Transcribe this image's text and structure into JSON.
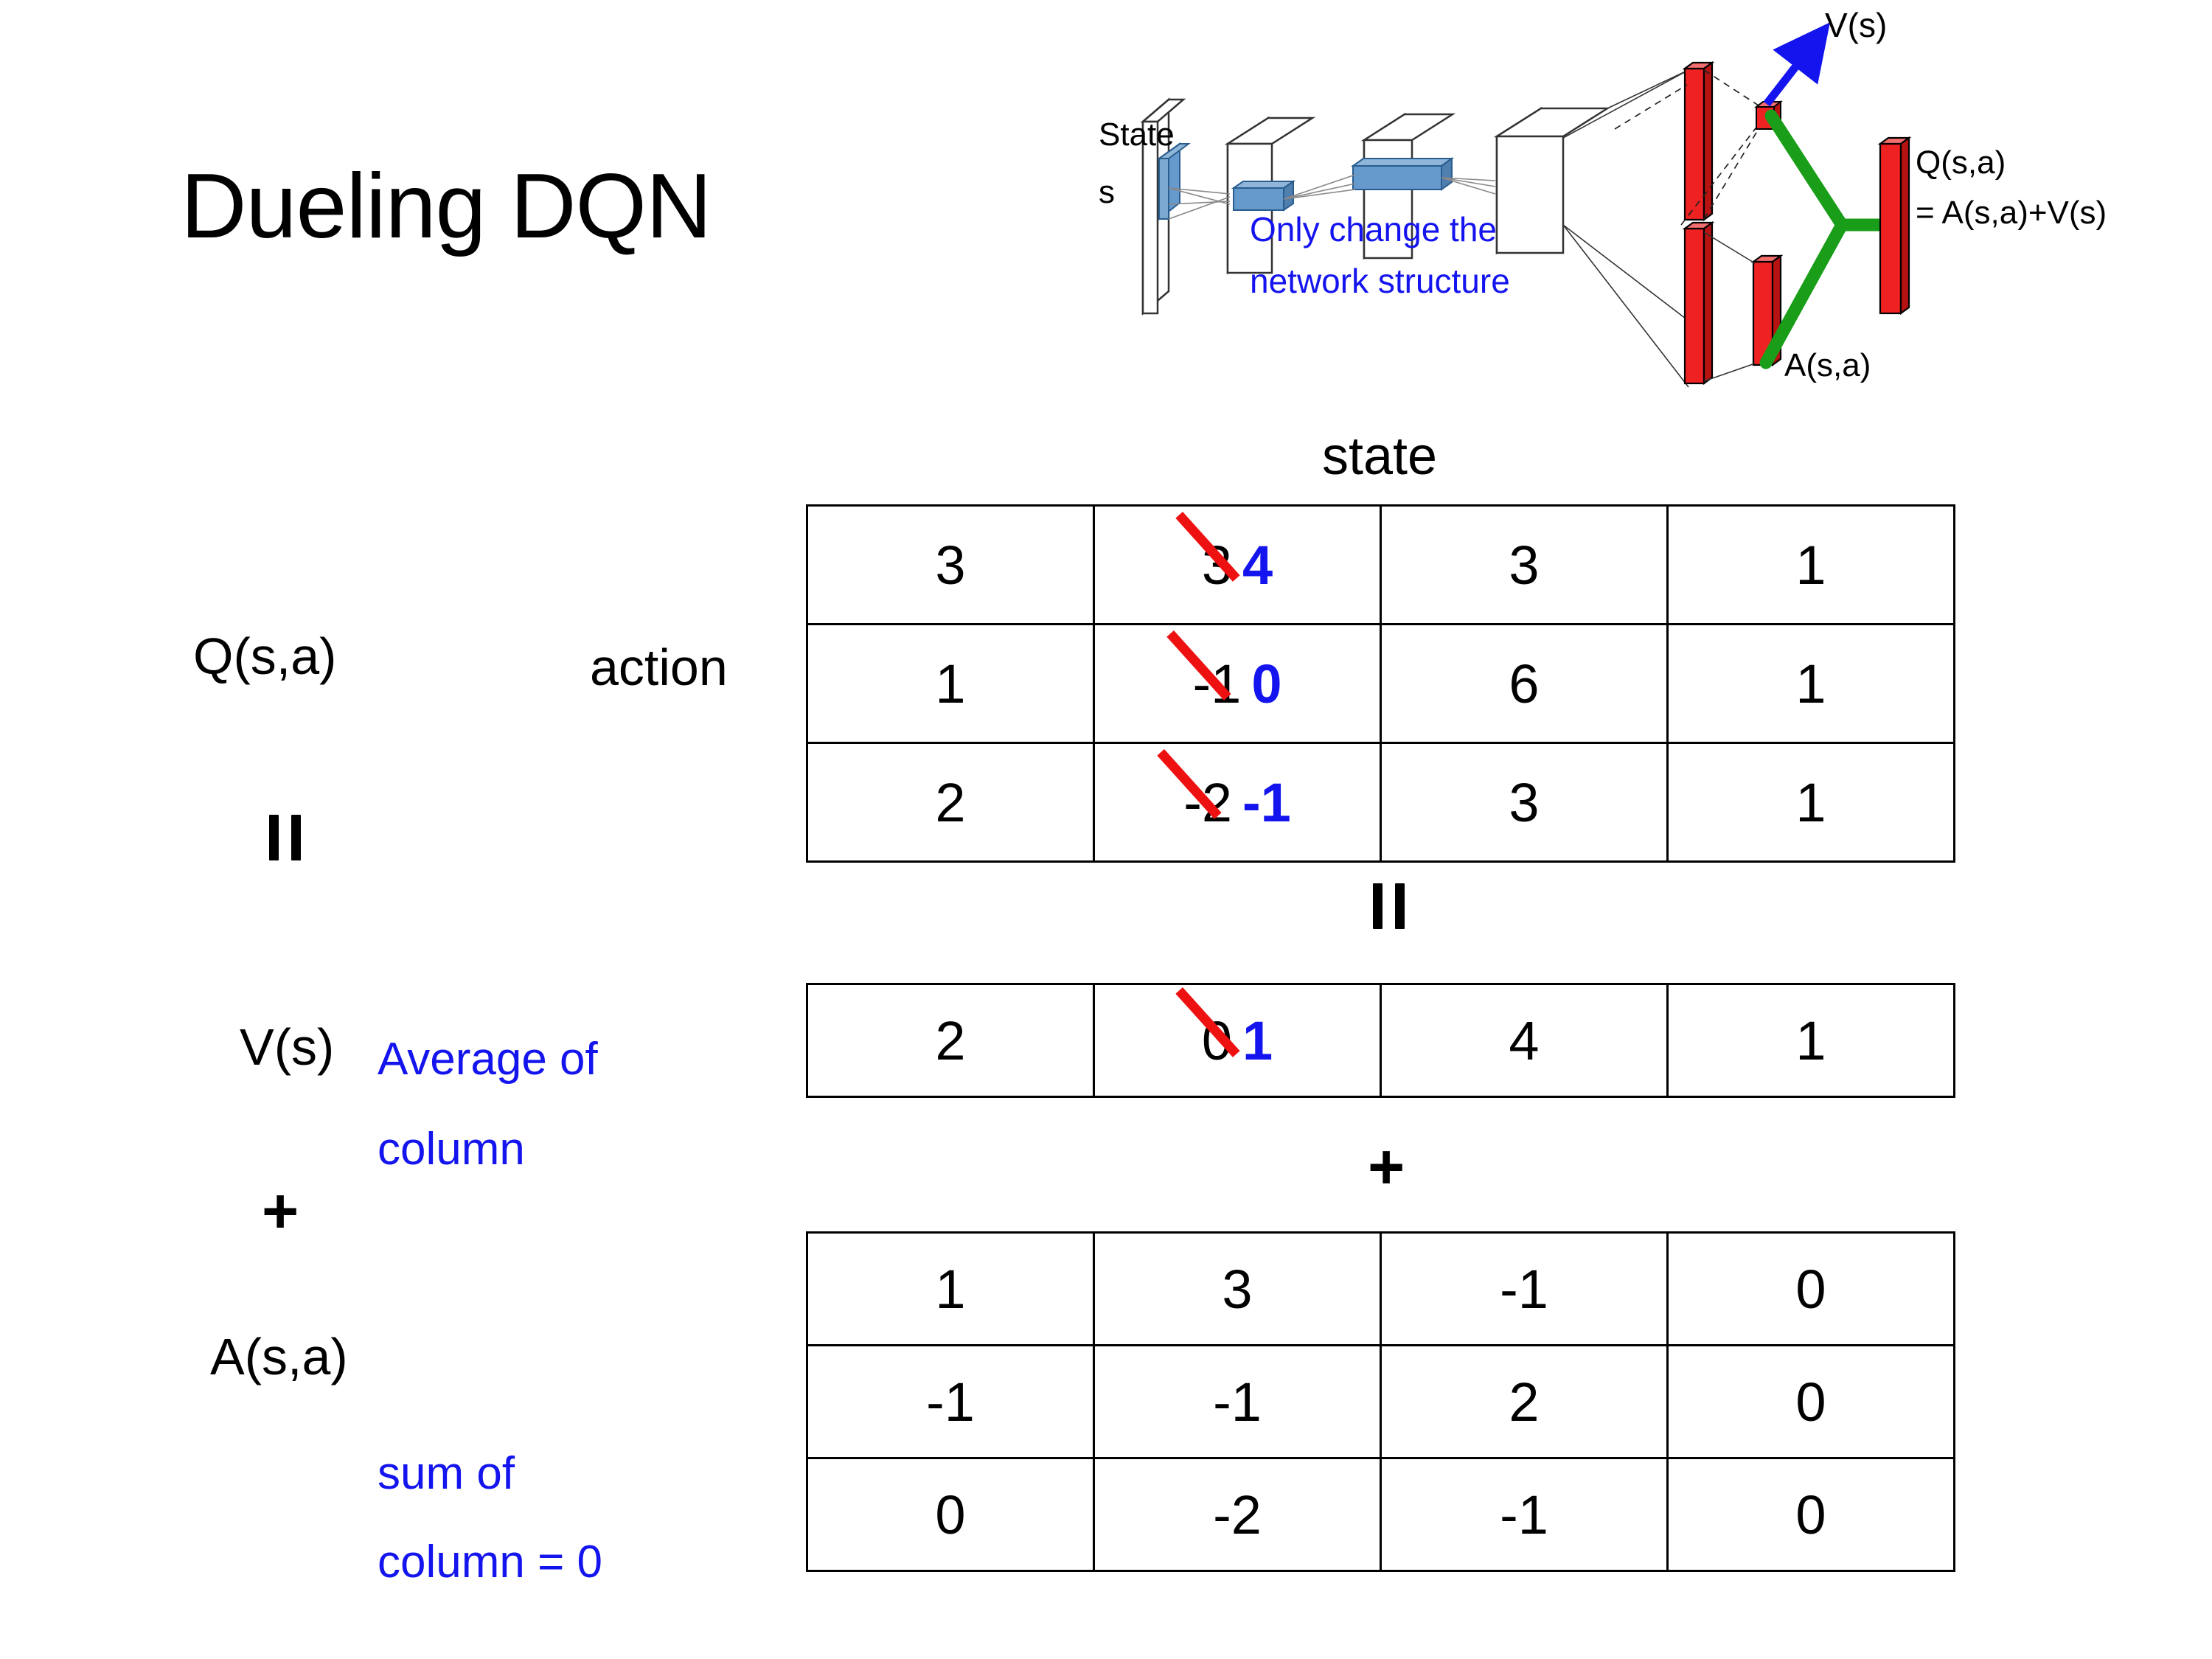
{
  "title": "Dueling DQN",
  "diagram": {
    "input_label_line1": "State",
    "input_label_line2": "s",
    "note_line1": "Only change the",
    "note_line2": "network structure",
    "value_label": "V(s)",
    "advantage_label": "A(s,a)",
    "q_label_line1": "Q(s,a)",
    "q_label_line2": "= A(s,a)+V(s)",
    "colors": {
      "blue_text": "#1414ee",
      "red_bar": "#ee2222",
      "green_link": "#1a9e1a",
      "blue_arrow": "#1414ee",
      "blue_filter": "#6699cc"
    }
  },
  "labels": {
    "q_label": "Q(s,a)",
    "v_label": "V(s)",
    "a_label": "A(s,a)",
    "action_axis": "action",
    "state_axis": "state",
    "plus_left": "+",
    "plus_mid": "+",
    "note_v_line1": "Average of",
    "note_v_line2": "column",
    "note_a_line1": "sum of",
    "note_a_line2": "column = 0"
  },
  "chart_data": {
    "type": "table",
    "title": "Dueling DQN decomposition Q(s,a) = V(s) + A(s,a)",
    "xlabel": "state",
    "ylabel": "action",
    "edited_column_index": 1,
    "tables": [
      {
        "name": "Q(s,a)",
        "rows": [
          [
            {
              "value": "3"
            },
            {
              "old": "3",
              "new": "4",
              "struck": true
            },
            {
              "value": "3"
            },
            {
              "value": "1"
            }
          ],
          [
            {
              "value": "1"
            },
            {
              "old": "-1",
              "new": "0",
              "struck": true
            },
            {
              "value": "6"
            },
            {
              "value": "1"
            }
          ],
          [
            {
              "value": "2"
            },
            {
              "old": "-2",
              "new": "-1",
              "struck": true
            },
            {
              "value": "3"
            },
            {
              "value": "1"
            }
          ]
        ]
      },
      {
        "name": "V(s)",
        "rows": [
          [
            {
              "value": "2"
            },
            {
              "old": "0",
              "new": "1",
              "struck": true
            },
            {
              "value": "4"
            },
            {
              "value": "1"
            }
          ]
        ]
      },
      {
        "name": "A(s,a)",
        "rows": [
          [
            {
              "value": "1"
            },
            {
              "value": "3"
            },
            {
              "value": "-1"
            },
            {
              "value": "0"
            }
          ],
          [
            {
              "value": "-1"
            },
            {
              "value": "-1"
            },
            {
              "value": "2"
            },
            {
              "value": "0"
            }
          ],
          [
            {
              "value": "0"
            },
            {
              "value": "-2"
            },
            {
              "value": "-1"
            },
            {
              "value": "0"
            }
          ]
        ]
      }
    ]
  }
}
